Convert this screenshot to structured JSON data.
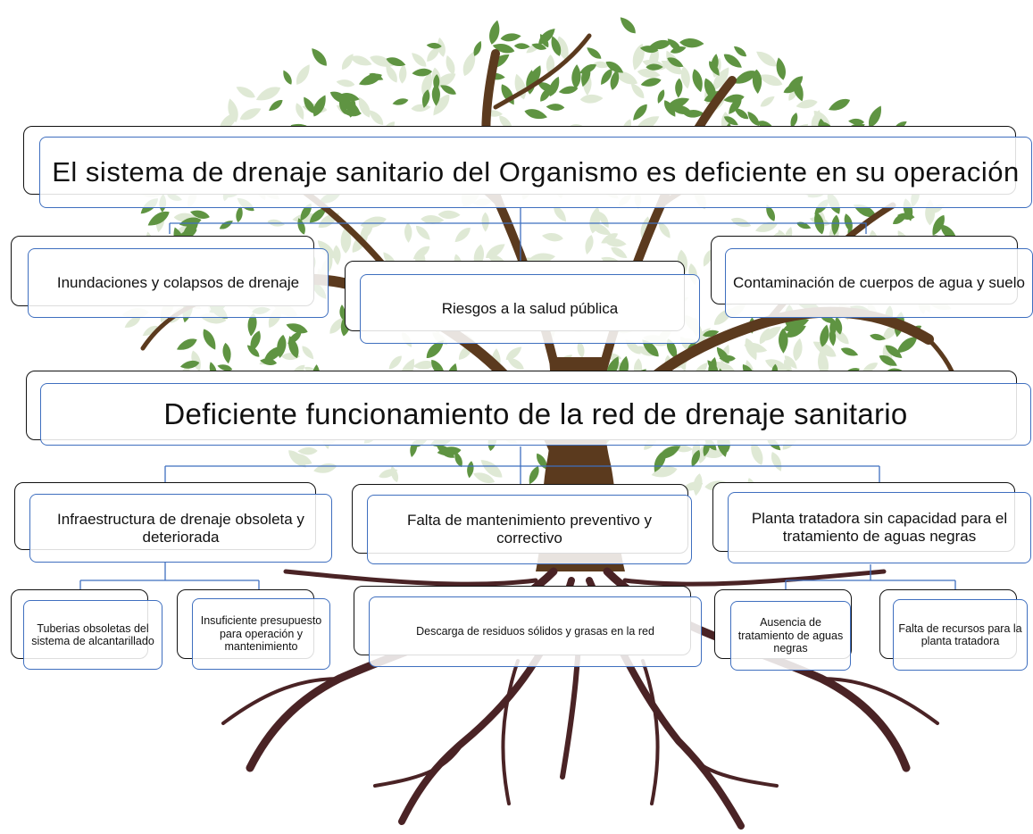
{
  "problem_statement": "El sistema de drenaje sanitario  del Organismo es deficiente en su operación",
  "effects": [
    "Inundaciones y colapsos de drenaje",
    "Riesgos a la salud pública",
    "Contaminación de cuerpos de agua y suelo"
  ],
  "core_problem": "Deficiente funcionamiento de la red de drenaje sanitario",
  "causes": [
    "Infraestructura de drenaje obsoleta y deteriorada",
    "Falta de mantenimiento preventivo y correctivo",
    "Planta tratadora sin capacidad para el tratamiento de aguas negras"
  ],
  "sub_causes": [
    "Tuberias obsoletas del sistema de alcantarillado",
    "Insuficiente presupuesto para operación y mantenimiento",
    "Descarga de residuos sólidos y grasas en la red",
    "Ausencia de tratamiento de aguas negras",
    "Falta de recursos para la planta tratadora"
  ],
  "colors": {
    "box_border": "#3f6fbf",
    "shadow_border": "#111111",
    "leaf": "#5f9442",
    "leaf_faded": "#dfe9d5",
    "trunk": "#5b3a1e",
    "roots": "#4a2325",
    "connector": "#3f6fbf"
  }
}
